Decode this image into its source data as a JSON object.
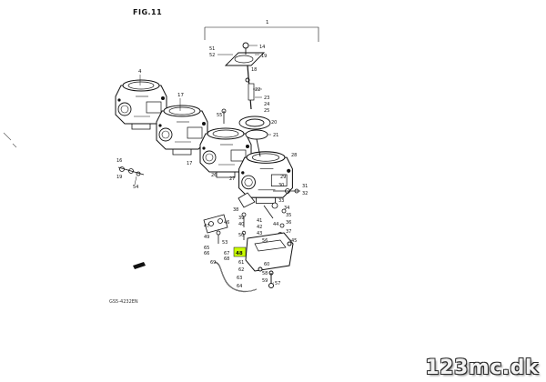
{
  "figure": {
    "title": "FIG.11",
    "code": "GS5-4232EN"
  },
  "watermark": "123mc.dk",
  "highlight_color": "#ccff00",
  "callouts": {
    "c1": "1",
    "c4": "4",
    "c14": "14",
    "c16": "16",
    "c17": "17",
    "c18": "18",
    "c19": "19",
    "c20": "20",
    "c21": "21",
    "c22": "22",
    "c23": "23",
    "c24": "24",
    "c25": "25",
    "c26": "26",
    "c27": "27",
    "c28": "28",
    "c29": "29",
    "c30": "30",
    "c31": "31",
    "c32": "32",
    "c33": "33",
    "c34": "34",
    "c35": "35",
    "c36": "36",
    "c37": "37",
    "c38": "38",
    "c39": "39",
    "c40": "40",
    "c41": "41",
    "c42": "42",
    "c43": "43",
    "c44": "44",
    "c45": "45",
    "c46": "46",
    "c47": "47",
    "c48": "48",
    "c49": "49",
    "c50": "50",
    "c51": "51",
    "c52": "52",
    "c53": "53",
    "c54": "54",
    "c55": "55",
    "c56": "56",
    "c57": "57",
    "c58": "58",
    "c59": "59",
    "c60": "60",
    "c61": "61",
    "c62": "62",
    "c63": "63",
    "c64": "64",
    "c65": "65",
    "c66": "66",
    "c67": "67",
    "c68": "68",
    "c69": "69"
  }
}
